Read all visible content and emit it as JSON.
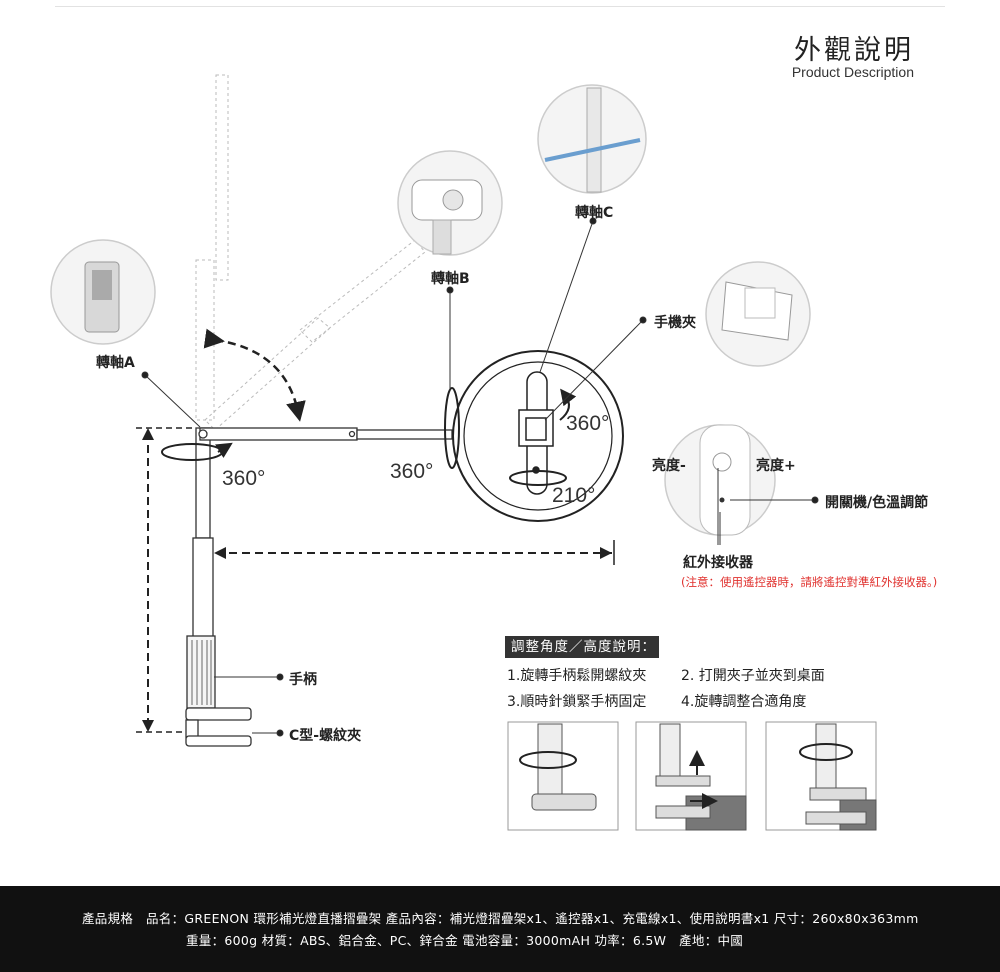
{
  "header": {
    "title": "外觀說明",
    "subtitle": "Product Description"
  },
  "labels": {
    "axis_a": "轉軸A",
    "axis_b": "轉軸B",
    "axis_c": "轉軸C",
    "phone_clip": "手機夾",
    "handle": "手柄",
    "c_clamp": "C型-螺紋夾",
    "brightness_down": "亮度-",
    "brightness_up": "亮度+",
    "power_color": "開關機/色溫調節",
    "ir_receiver": "紅外接收器",
    "ir_note": "(注意：使用遙控器時，請將遙控對準紅外接收器。)"
  },
  "angles": {
    "base_rotation": "360°",
    "ring_rotation": "360°",
    "clip_rotation": "360°",
    "clip_tilt": "210°"
  },
  "instructions": {
    "title": "調整角度／高度說明：",
    "steps": [
      "1.旋轉手柄鬆開螺紋夾",
      "2. 打開夾子並夾到桌面",
      "3.順時針鎖緊手柄固定",
      "4.旋轉調整合適角度"
    ]
  },
  "footer": {
    "line1": "產品規格　品名：GREENON 環形補光燈直播摺疊架  產品內容：補光燈摺疊架x1、遙控器x1、充電線x1、使用說明書x1  尺寸：260x80x363mm",
    "line2": "重量：600g  材質：ABS、鋁合金、PC、鋅合金  電池容量：3000mAH  功率：6.5W　產地：中國"
  },
  "colors": {
    "note_red": "#e0312e",
    "footer_bg": "#111111"
  }
}
